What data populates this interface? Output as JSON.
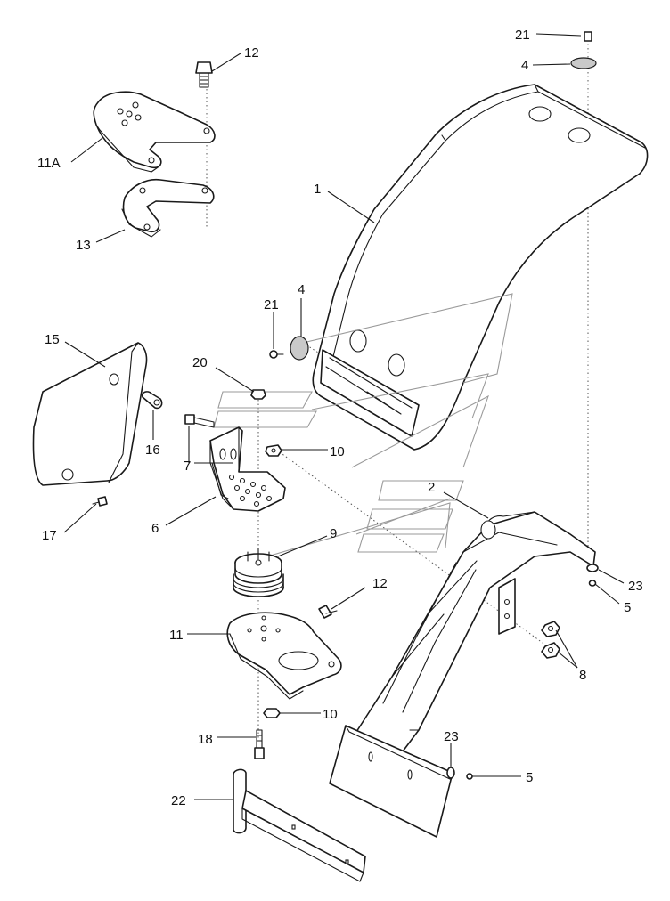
{
  "callouts": {
    "p21_top": "21",
    "p4_top": "4",
    "p12_top": "12",
    "p11a": "11A",
    "p13": "13",
    "p1": "1",
    "p4_mid": "4",
    "p21_mid": "21",
    "p15": "15",
    "p20": "20",
    "p16": "16",
    "p10_top": "10",
    "p7": "7",
    "p6": "6",
    "p17": "17",
    "p2": "2",
    "p9": "9",
    "p23_top": "23",
    "p5_top": "5",
    "p12_mid": "12",
    "p11": "11",
    "p8": "8",
    "p10_bot": "10",
    "p18": "18",
    "p23_bot": "23",
    "p5_bot": "5",
    "p22": "22"
  }
}
